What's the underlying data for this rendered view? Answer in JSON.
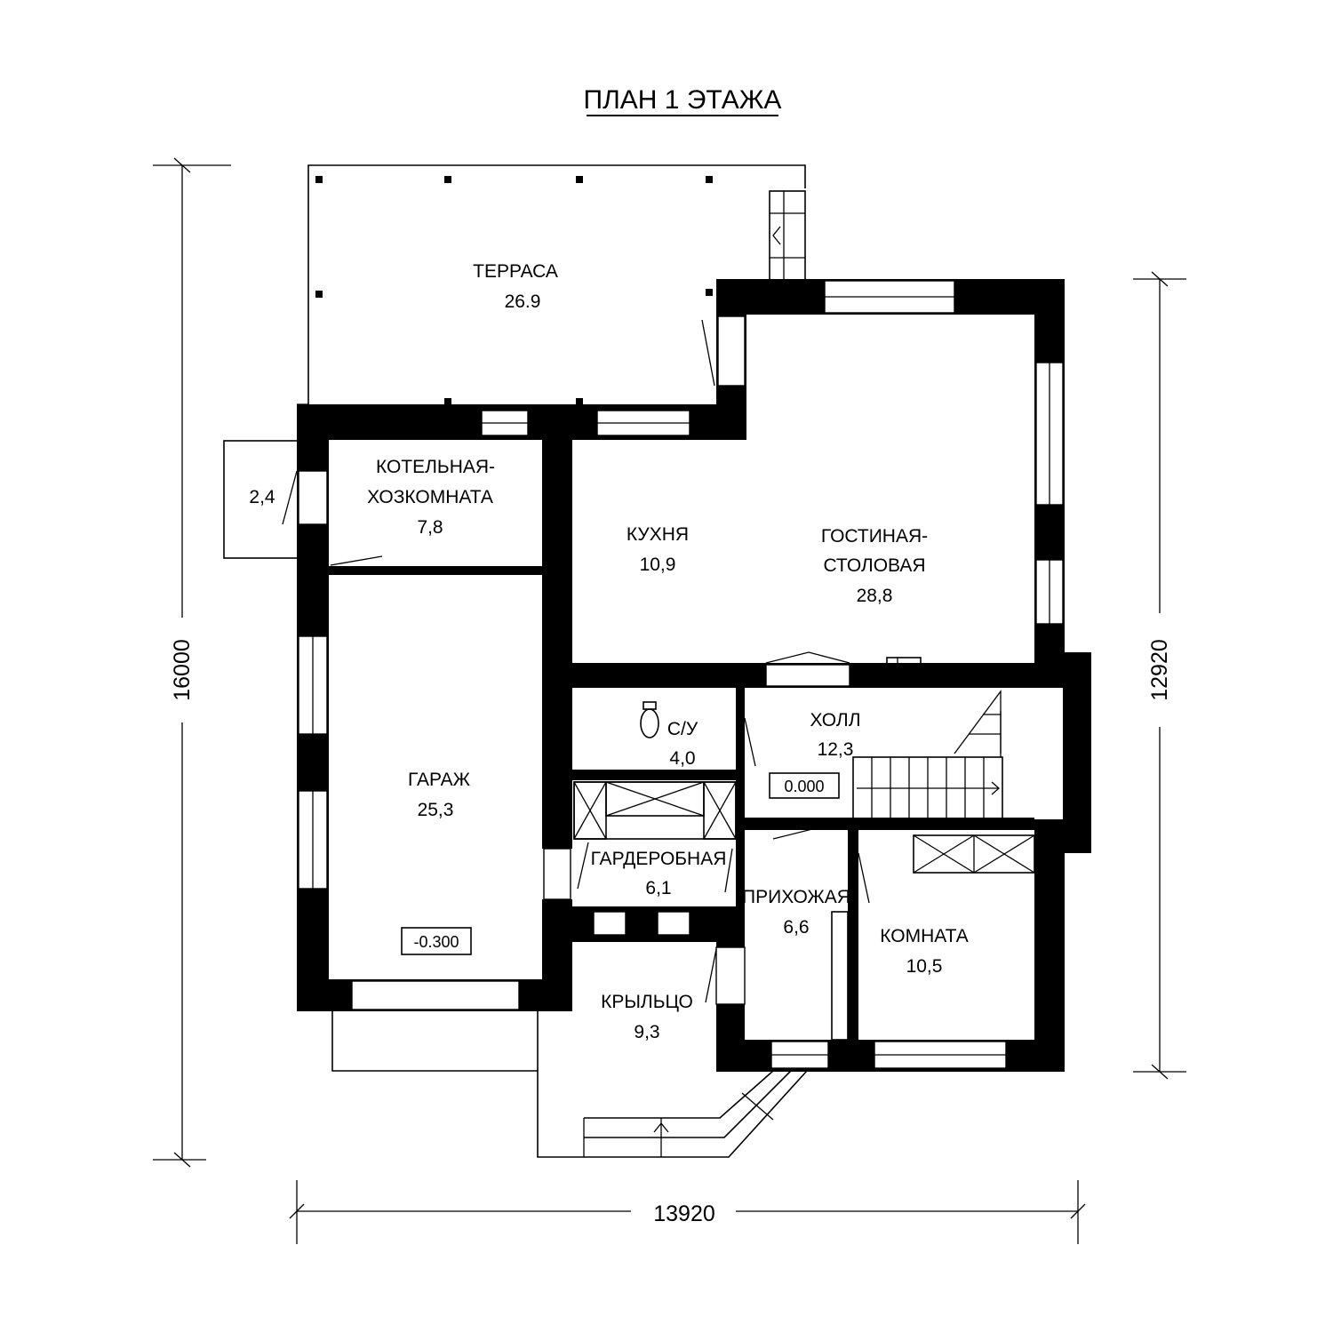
{
  "title": "ПЛАН 1 ЭТАЖА",
  "dimensions": {
    "height_left": "16000",
    "height_right": "12920",
    "width_bottom": "13920"
  },
  "rooms": {
    "terrace": {
      "name": "ТЕРРАСА",
      "area": "26.9"
    },
    "boiler": {
      "line1": "КОТЕЛЬНАЯ-",
      "line2": "ХОЗКОМНАТА",
      "area": "7,8"
    },
    "annex": {
      "area": "2,4"
    },
    "kitchen": {
      "name": "КУХНЯ",
      "area": "10,9"
    },
    "living": {
      "line1": "ГОСТИНАЯ-",
      "line2": "СТОЛОВАЯ",
      "area": "28,8"
    },
    "garage": {
      "name": "ГАРАЖ",
      "area": "25,3"
    },
    "wc": {
      "name": "С/У",
      "area": "4,0"
    },
    "hall": {
      "name": "ХОЛЛ",
      "area": "12,3"
    },
    "wardrobe": {
      "name": "ГАРДЕРОБНАЯ",
      "area": "6,1"
    },
    "entry": {
      "name": "ПРИХОЖАЯ",
      "area": "6,6"
    },
    "room": {
      "name": "КОМНАТА",
      "area": "10,5"
    },
    "porch": {
      "name": "КРЫЛЬЦО",
      "area": "9,3"
    }
  },
  "levels": {
    "garage": "-0.300",
    "hall": "0.000"
  }
}
